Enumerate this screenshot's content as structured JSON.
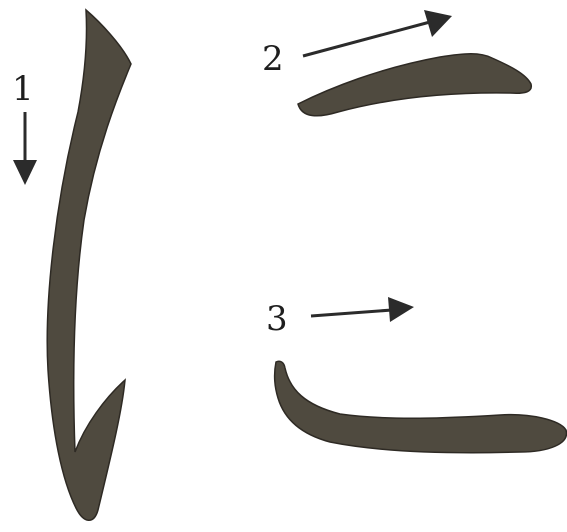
{
  "stroke_order": {
    "steps": [
      {
        "number": "1",
        "direction": "down"
      },
      {
        "number": "2",
        "direction": "right"
      },
      {
        "number": "3",
        "direction": "right"
      }
    ]
  },
  "colors": {
    "ink": "#4f4a3f",
    "arrow": "#2b2b2b",
    "background": "#ffffff"
  }
}
